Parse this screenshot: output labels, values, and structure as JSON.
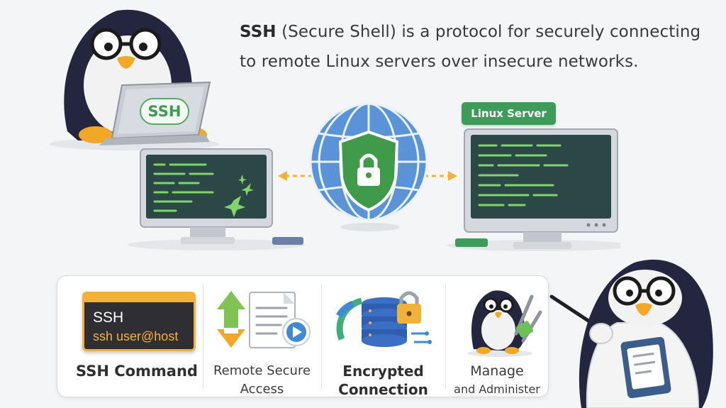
{
  "headline": {
    "strong": "SSH",
    "rest": " (Secure Shell) is a protocol for securely connecting to remote Linux servers over insecure networks."
  },
  "laptop_badge": "SSH",
  "server_label": "Linux Server",
  "features": [
    {
      "id": "ssh-command",
      "lines": [
        "SSH Command"
      ],
      "icon": "terminal-icon"
    },
    {
      "id": "remote-secure-access",
      "lines": [
        "Remote Secure",
        "Access"
      ],
      "icon": "document-play-icon"
    },
    {
      "id": "encrypted-connection",
      "lines": [
        "Encrypted",
        "Connection"
      ],
      "icon": "database-lock-icon"
    },
    {
      "id": "manage-administer",
      "lines": [
        "Manage",
        "and Administer"
      ],
      "icon": "penguin-tools-icon"
    }
  ],
  "command_card": {
    "title": "SSH",
    "command": "ssh user@host"
  },
  "colors": {
    "accent_green": "#3e9b5a",
    "accent_amber": "#f2b23a",
    "screen_dark": "#2c4846",
    "globe_blue": "#5b93d8"
  }
}
